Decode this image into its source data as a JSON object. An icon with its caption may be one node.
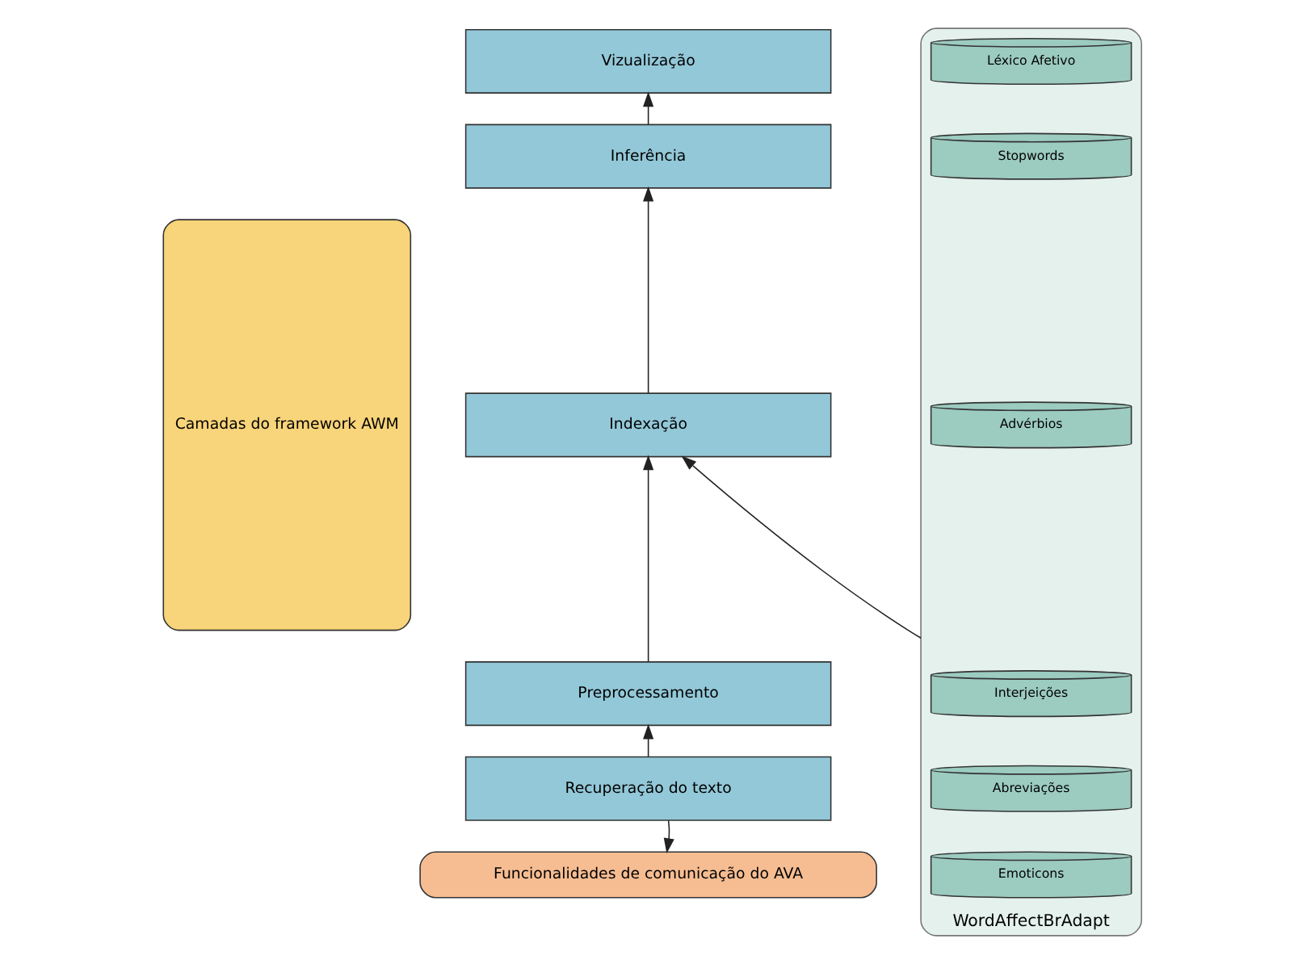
{
  "diagram": {
    "nodes": [
      {
        "text": [
          "Camadas do framework AWM"
        ]
      },
      {
        "text": [
          "Vizualização"
        ]
      },
      {
        "text": [
          "Inferência"
        ]
      },
      {
        "text": [
          "Indexação"
        ]
      },
      {
        "text": [
          "Preprocessamento"
        ]
      },
      {
        "text": [
          "Recuperação do texto"
        ]
      },
      {
        "text": [
          "Funcionalidades de comunicação do AVA"
        ]
      },
      {
        "text": [
          "WordAffectBrAdapt"
        ]
      },
      {
        "text": [
          "Léxico Afetivo"
        ],
        "in": 7
      },
      {
        "text": [
          "Stopwords"
        ],
        "in": 7
      },
      {
        "text": [
          "Advérbios"
        ],
        "in": 7
      },
      {
        "text": [
          "Interjeições"
        ],
        "in": 7
      },
      {
        "text": [
          "Abreviações"
        ],
        "in": 7
      },
      {
        "text": [
          "Emoticons"
        ],
        "in": 7
      }
    ],
    "edges": [
      {
        "from": 2,
        "to": 1,
        "arrow": "to"
      },
      {
        "from": 3,
        "to": 2,
        "arrow": "to"
      },
      {
        "from": 4,
        "to": 3,
        "arrow": "to"
      },
      {
        "from": 5,
        "to": 4,
        "arrow": "to"
      },
      {
        "from": 5,
        "to": 6,
        "arrow": "to"
      },
      {
        "from": 7,
        "to": 3,
        "arrow": "to"
      }
    ]
  }
}
